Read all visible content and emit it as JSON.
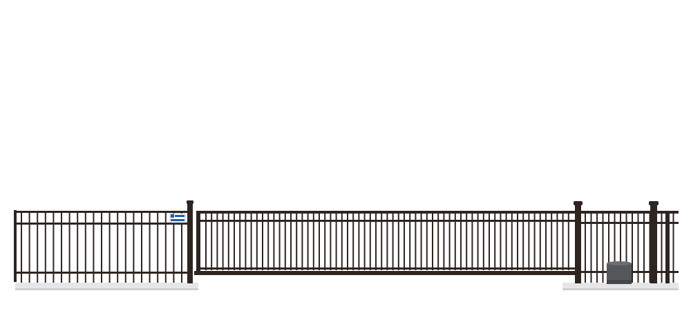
{
  "scene": {
    "description_free": true,
    "colors": {
      "background": "#ffffff",
      "fence_metal": "#2e2420",
      "fence_metal_highlight": "#4a3d37",
      "concrete_pad": "#e6e6e6",
      "concrete_shadow": "#cfcfcf",
      "operator_box": "#55575a",
      "badge_blue": "#1f5fa8"
    },
    "elements": {
      "left_fence_panel": {
        "kind": "fixed-panel"
      },
      "sliding_gate": {
        "kind": "cantilever-slide-gate"
      },
      "right_fence_panel": {
        "kind": "fixed-panel"
      },
      "gate_operator": {
        "icon": "gate-operator-box"
      },
      "manufacturer_badge": {
        "icon": "brand-badge"
      }
    }
  }
}
